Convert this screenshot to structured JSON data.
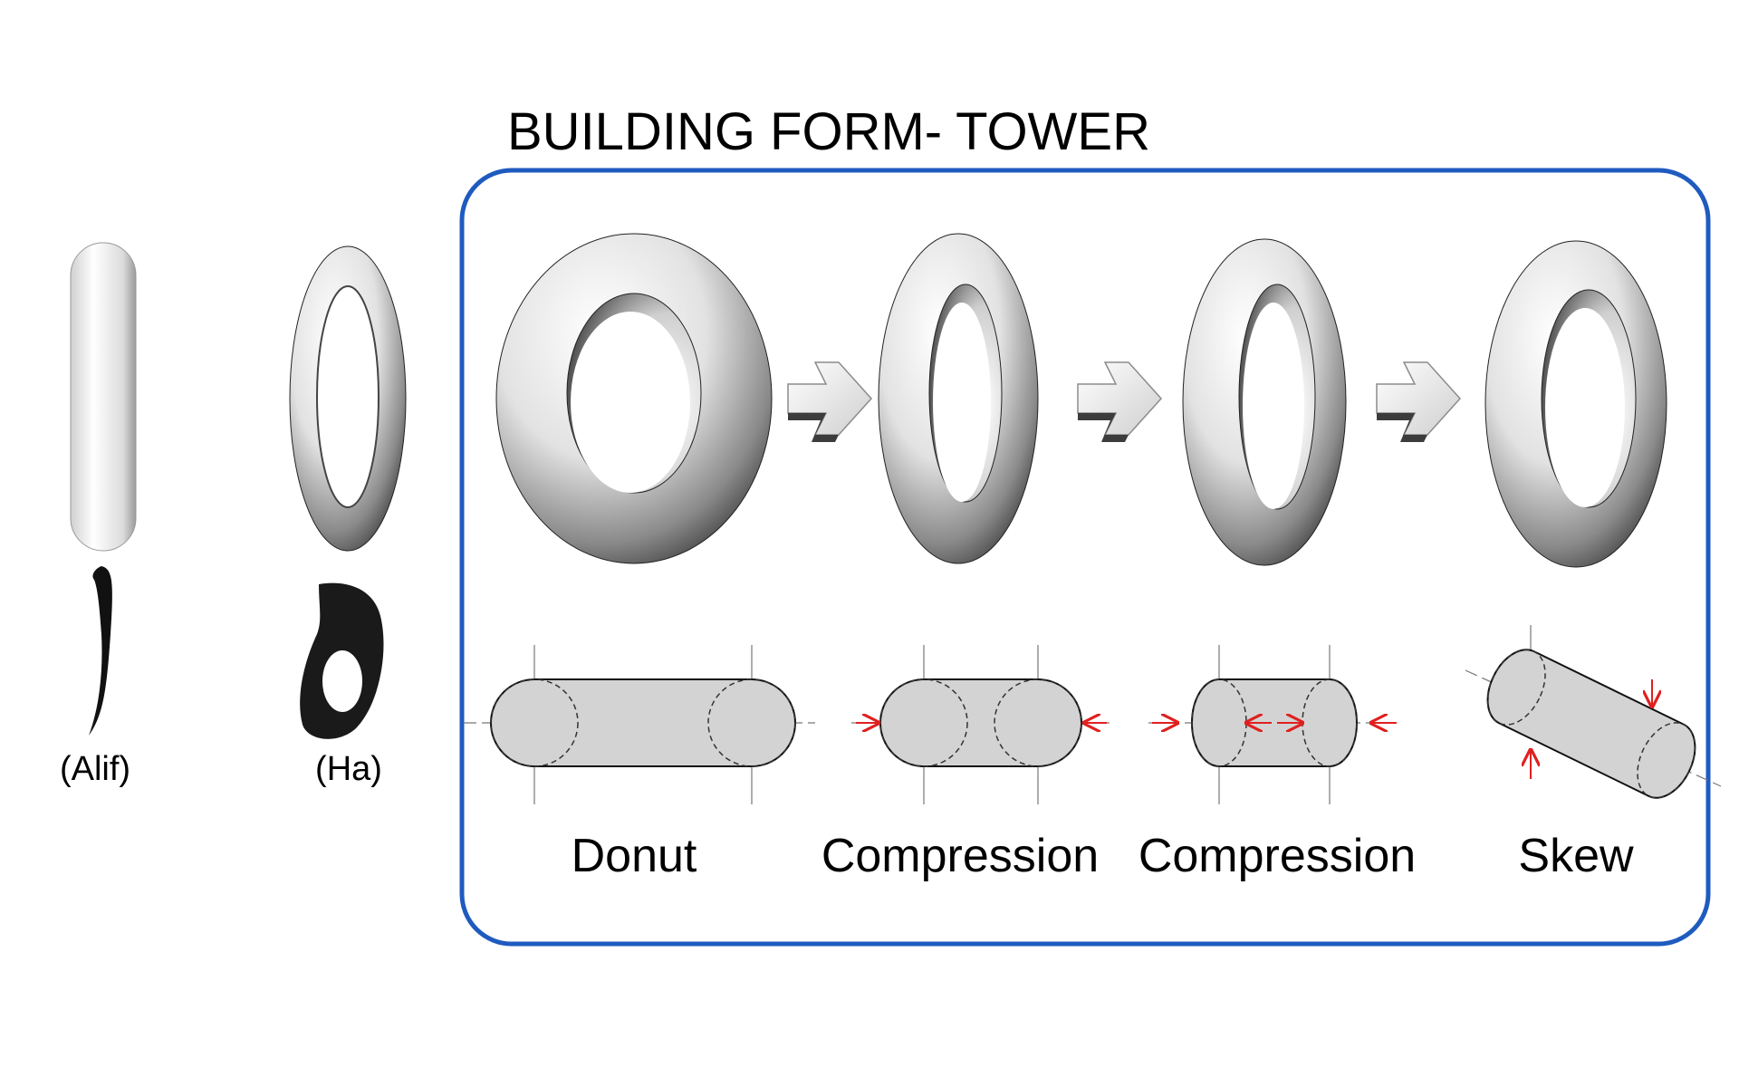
{
  "title": "BUILDING FORM- TOWER",
  "letters": [
    {
      "caption": "(Alif)"
    },
    {
      "caption": "(Ha)"
    }
  ],
  "stages": [
    {
      "caption": "Donut"
    },
    {
      "caption": "Compression"
    },
    {
      "caption": "Compression"
    },
    {
      "caption": "Skew"
    }
  ],
  "colors": {
    "frame": "#1f5bbf",
    "arrows": "#e02020",
    "section_fill": "#d3d3d3"
  }
}
